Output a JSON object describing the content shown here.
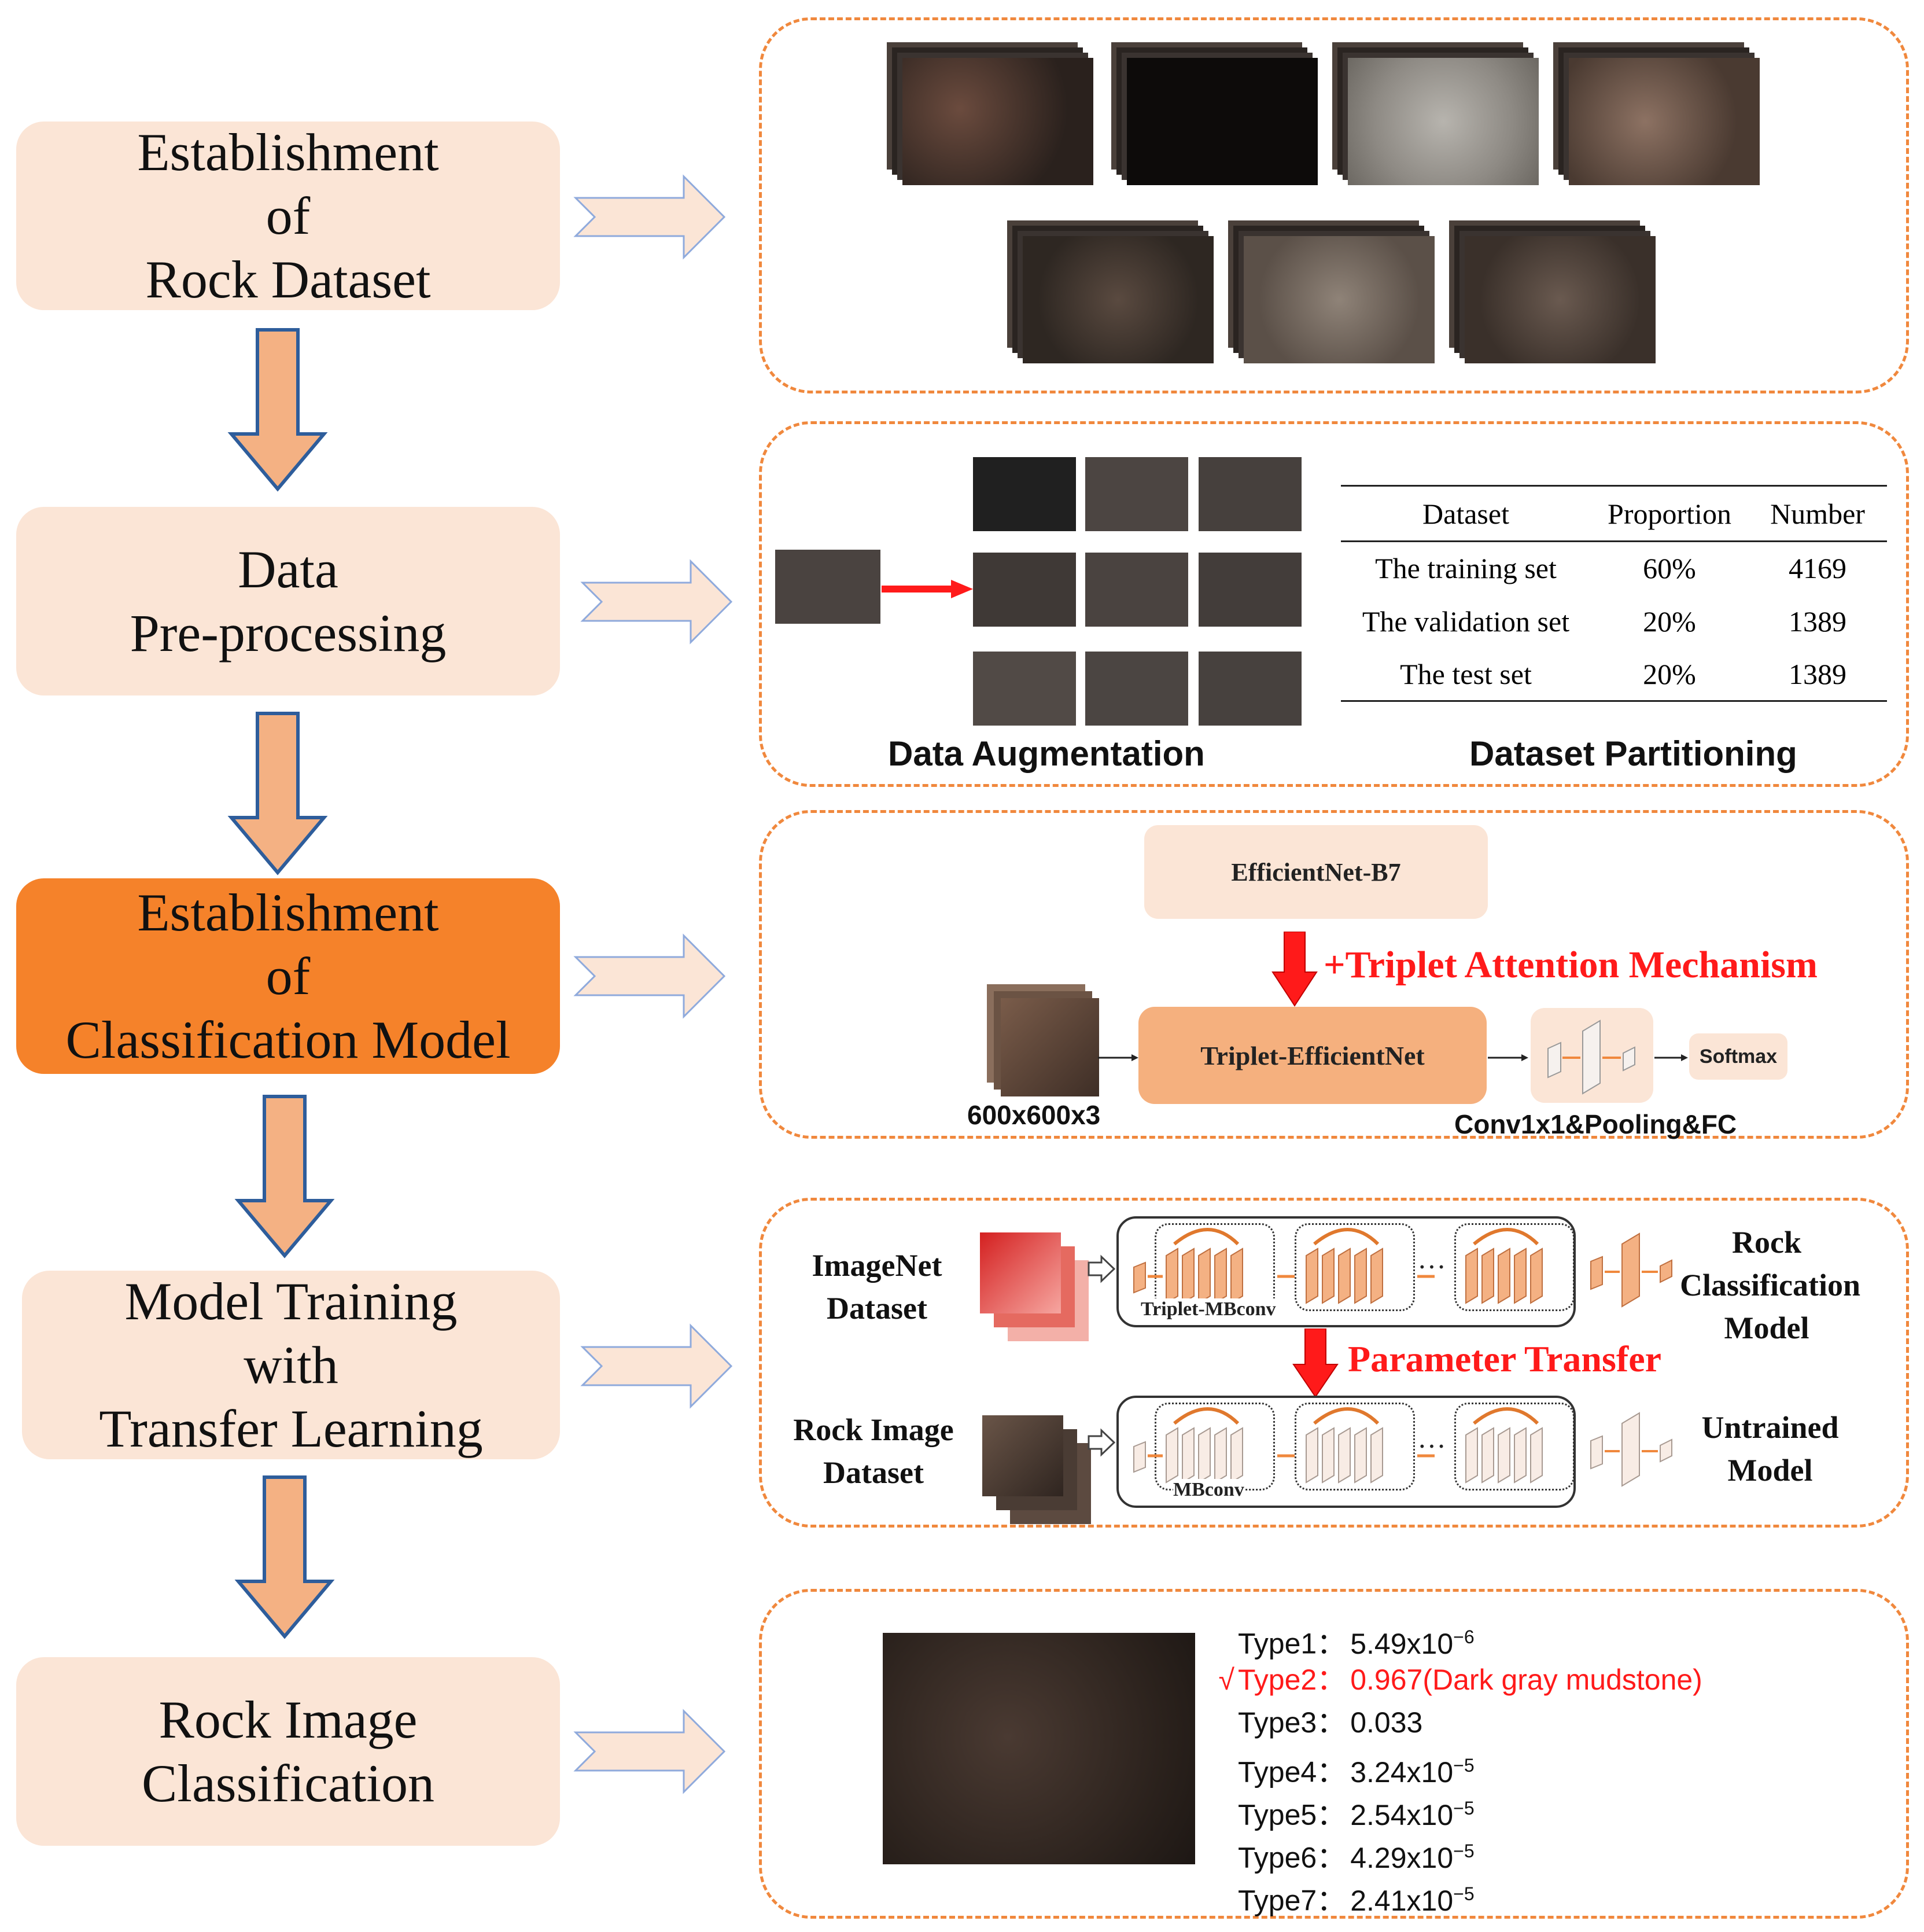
{
  "steps": [
    {
      "lines": [
        "Establishment",
        "of",
        "Rock Dataset"
      ]
    },
    {
      "lines": [
        "Data",
        "Pre-processing"
      ]
    },
    {
      "lines": [
        "Establishment",
        "of",
        "Classification Model"
      ]
    },
    {
      "lines": [
        "Model Training",
        "with",
        "Transfer Learning"
      ]
    },
    {
      "lines": [
        "Rock Image",
        "Classification"
      ]
    }
  ],
  "preprocessing": {
    "augmentation_label": "Data Augmentation",
    "partitioning_label": "Dataset Partitioning",
    "table": {
      "headers": [
        "Dataset",
        "Proportion",
        "Number"
      ],
      "rows": [
        [
          "The training set",
          "60%",
          "4169"
        ],
        [
          "The validation set",
          "20%",
          "1389"
        ],
        [
          "The test set",
          "20%",
          "1389"
        ]
      ]
    }
  },
  "model": {
    "backbone": "EfficientNet-B7",
    "attention": "+Triplet Attention Mechanism",
    "network": "Triplet-EfficientNet",
    "input_size": "600x600x3",
    "head": "Conv1x1&Pooling&FC",
    "output": "Softmax"
  },
  "transfer": {
    "source_dataset": "ImageNet Dataset",
    "target_dataset": "Rock Image Dataset",
    "source_block": "Triplet-MBconv",
    "target_block": "MBconv",
    "source_model": "Rock Classification Model",
    "target_model": "Untrained Model",
    "transfer_label": "Parameter Transfer",
    "ellipsis": "···"
  },
  "classification": {
    "results": [
      {
        "type": "Type1",
        "sep": "：",
        "value": "5.49x10",
        "exp": "−6",
        "selected": false
      },
      {
        "type": "Type2",
        "sep": "：",
        "value": "0.967(Dark gray mudstone)",
        "exp": "",
        "selected": true
      },
      {
        "type": "Type3",
        "sep": "：",
        "value": "0.033",
        "exp": "",
        "selected": false
      },
      {
        "type": "Type4",
        "sep": "：",
        "value": "3.24x10",
        "exp": "−5",
        "selected": false
      },
      {
        "type": "Type5",
        "sep": "：",
        "value": "2.54x10",
        "exp": "−5",
        "selected": false
      },
      {
        "type": "Type6",
        "sep": "：",
        "value": "4.29x10",
        "exp": "−5",
        "selected": false
      },
      {
        "type": "Type7",
        "sep": "：",
        "value": "2.41x10",
        "exp": "−5",
        "selected": false
      }
    ],
    "check_mark": "√",
    "highlight_color": "#ff1a1a"
  },
  "colors": {
    "step_fill": "#fbe5d6",
    "active_step_fill": "#f5822a",
    "down_arrow_fill": "#f4b183",
    "down_arrow_stroke": "#2e5d9b",
    "panel_border": "#f0883d"
  }
}
